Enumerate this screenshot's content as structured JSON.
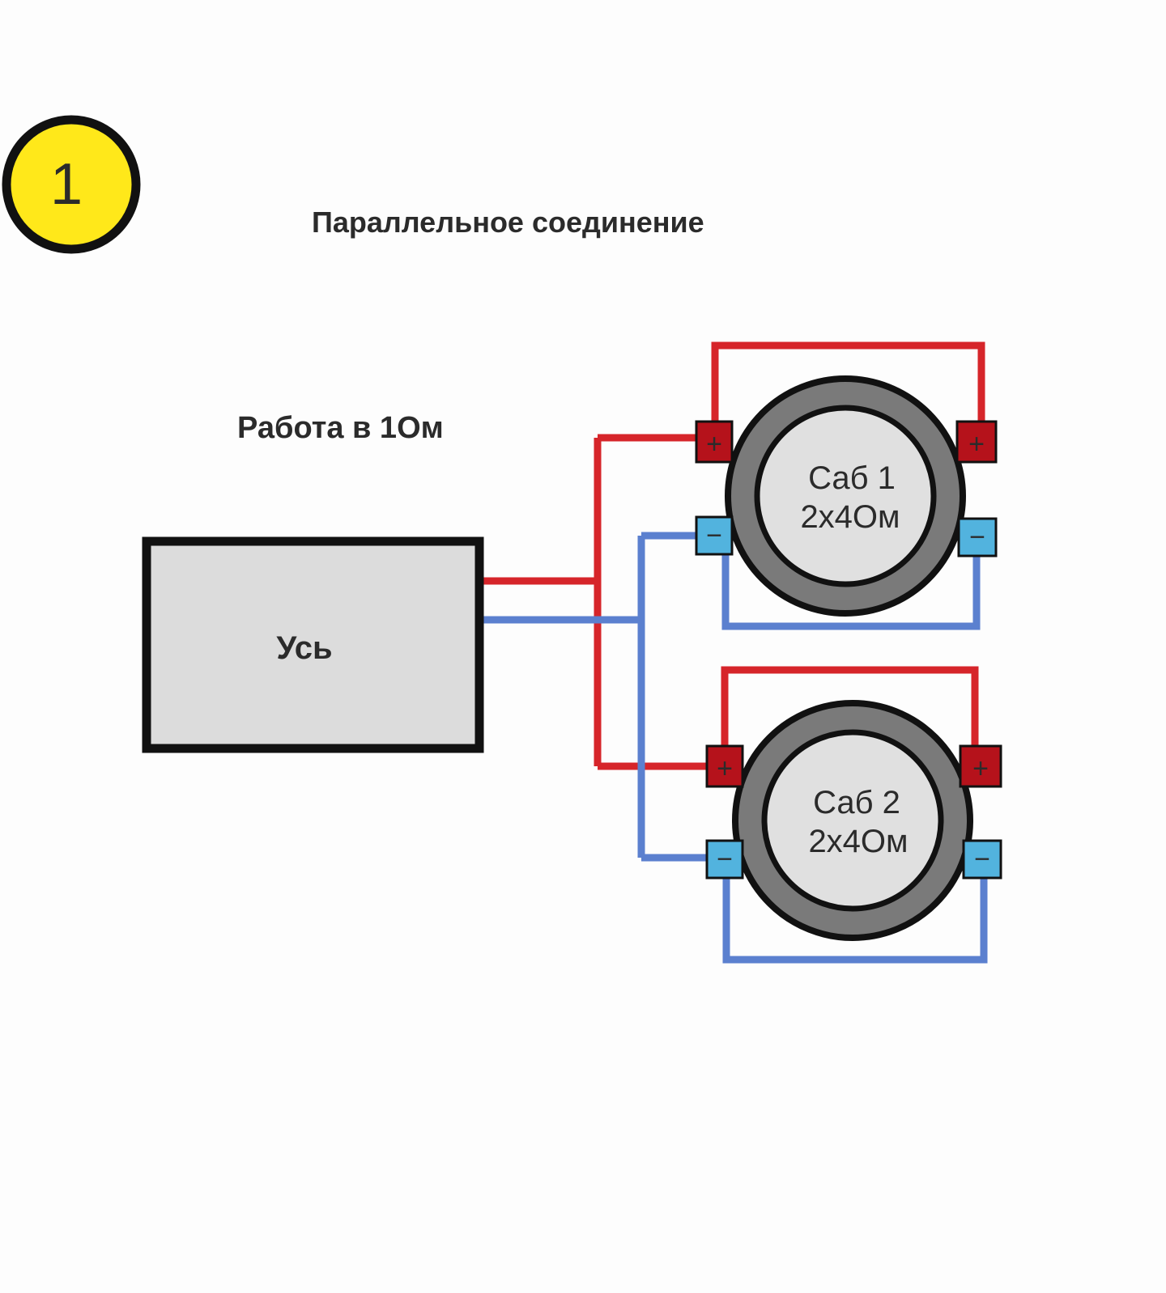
{
  "badge": {
    "number": "1",
    "color": "#ffe81a"
  },
  "title": "Параллельное соединение",
  "mode_label": "Работа в 1Ом",
  "amplifier": {
    "label": "Усь"
  },
  "subwoofers": [
    {
      "name": "Саб 1",
      "spec": "2х4Ом"
    },
    {
      "name": "Саб 2",
      "spec": "2х4Ом"
    }
  ],
  "terminals": {
    "plus": "+",
    "minus": "−"
  },
  "colors": {
    "positive_wire": "#d6252a",
    "negative_wire": "#5b80cf",
    "positive_terminal": "#b5121b",
    "negative_terminal": "#52b3de",
    "speaker_ring": "#7a7a7a",
    "speaker_cone": "#e0e0e0",
    "amplifier_fill": "#dcdcdc"
  }
}
